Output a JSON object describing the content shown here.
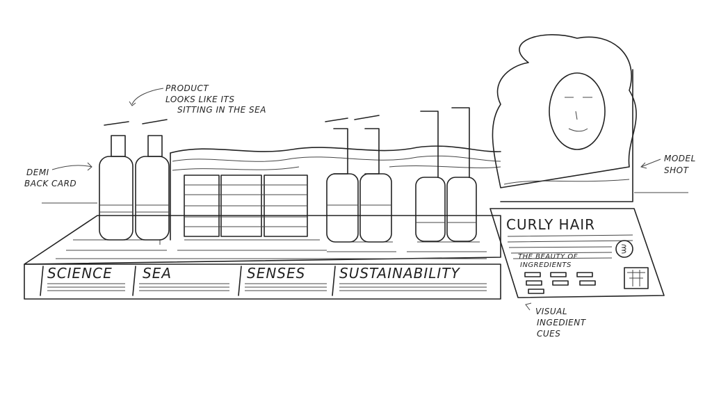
{
  "annotations": {
    "product_note": [
      "PRODUCT",
      "LOOKS LIKE ITS",
      "SITTING IN THE SEA"
    ],
    "back_card_note": [
      "DEMI",
      "BACK CARD"
    ],
    "model_note": [
      "MODEL",
      "SHOT"
    ],
    "ingredient_note": [
      "VISUAL",
      "INGEDIENT",
      "CUES"
    ]
  },
  "front_panels": [
    "SCIENCE",
    "SEA",
    "SENSES",
    "SUSTAINABILITY"
  ],
  "side_card": {
    "title": "CURLY HAIR",
    "subtitle": [
      "THE BEAUTY OF",
      "INGREDIENTS"
    ]
  }
}
